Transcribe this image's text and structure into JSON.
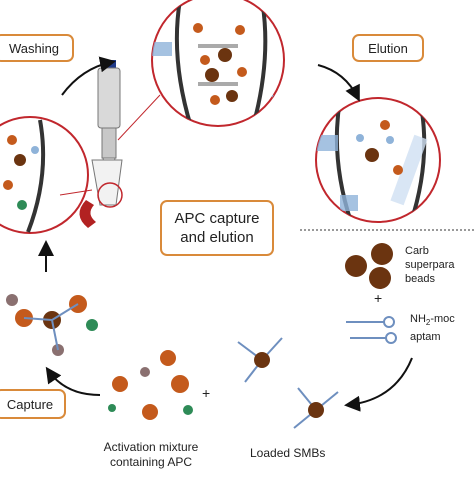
{
  "labels": {
    "washing": "Washing",
    "elution": "Elution",
    "capture": "Capture",
    "center_line1": "APC capture",
    "center_line2": "and elution",
    "beads_line1": "Carb",
    "beads_line2": "superpara",
    "beads_line3": "beads",
    "aptamer_line1": "NH",
    "aptamer_sub": "2",
    "aptamer_line1_suffix": "-moc",
    "aptamer_line2": "aptam",
    "plus": "+",
    "activation_line1": "Activation mixture",
    "activation_line2": "containing APC",
    "loaded": "Loaded SMBs"
  },
  "colors": {
    "box_border": "#d98a3a",
    "circle_border": "#c1272d",
    "bead": "#6b3410",
    "protein": "#c45a1c",
    "aptamer": "#6e8fbf",
    "magnet": "#b22222",
    "arrow": "#111111"
  }
}
